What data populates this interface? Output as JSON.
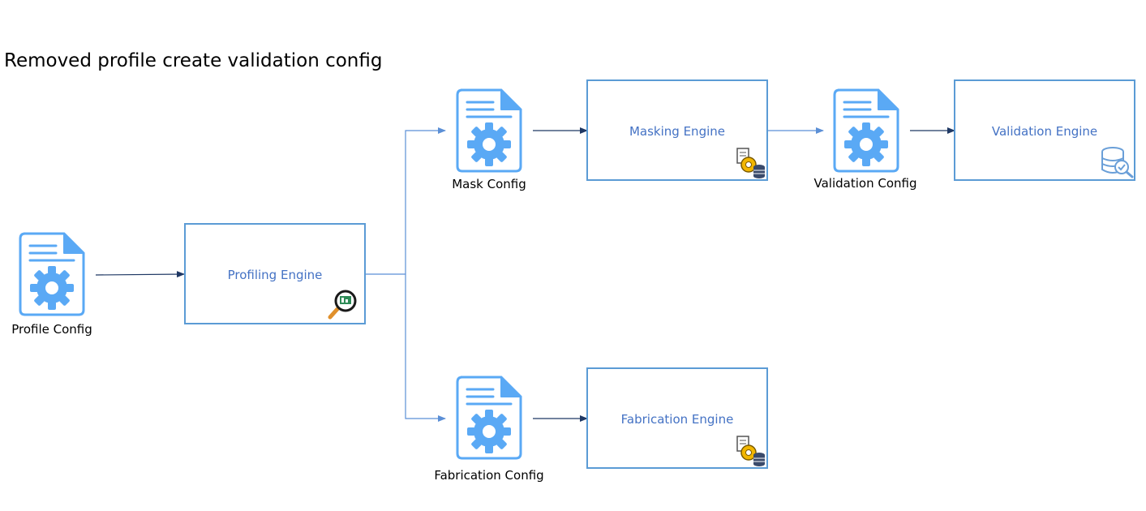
{
  "title": "Removed profile create validation config",
  "colors": {
    "box_border": "#5b9bd5",
    "engine_text": "#4472c4",
    "doc_icon": "#5aa9f5",
    "arrow_dark": "#1f3864",
    "arrow_light": "#5b8fd6"
  },
  "configs": {
    "profile": {
      "label": "Profile Config",
      "icon": "config-document-icon"
    },
    "mask": {
      "label": "Mask Config",
      "icon": "config-document-icon"
    },
    "validation": {
      "label": "Validation Config",
      "icon": "config-document-icon"
    },
    "fabrication": {
      "label": "Fabrication Config",
      "icon": "config-document-icon"
    }
  },
  "engines": {
    "profiling": {
      "label": "Profiling Engine",
      "icon": "magnifier-chart-icon"
    },
    "masking": {
      "label": "Masking Engine",
      "icon": "document-gear-database-icon"
    },
    "validation": {
      "label": "Validation Engine",
      "icon": "database-check-icon"
    },
    "fabrication": {
      "label": "Fabrication Engine",
      "icon": "document-gear-database-icon"
    }
  }
}
